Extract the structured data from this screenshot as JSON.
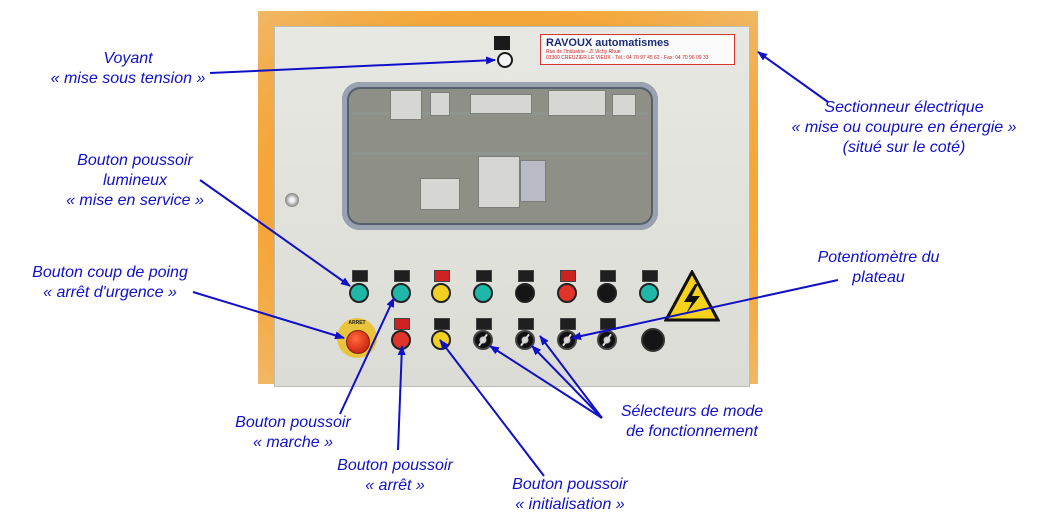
{
  "labels": {
    "voyant": {
      "line1": "Voyant",
      "line2": "« mise sous tension »"
    },
    "sectionneur": {
      "line1": "Sectionneur électrique",
      "line2": "« mise ou coupure en énergie »",
      "line3": "(situé sur le coté)"
    },
    "bp_lumineux": {
      "line1": "Bouton poussoir",
      "line2": "lumineux",
      "line3": "« mise en service »"
    },
    "coup_de_poing": {
      "line1": "Bouton coup de poing",
      "line2": "« arrêt d'urgence »"
    },
    "potentiometre": {
      "line1": "Potentiomètre du",
      "line2": "plateau"
    },
    "selecteurs": {
      "line1": "Sélecteurs de mode",
      "line2": "de fonctionnement"
    },
    "bp_marche": {
      "line1": "Bouton poussoir",
      "line2": "« marche »"
    },
    "bp_arret": {
      "line1": "Bouton poussoir",
      "line2": "« arrêt »"
    },
    "bp_init": {
      "line1": "Bouton poussoir",
      "line2": "« initialisation »"
    }
  },
  "logo": {
    "brand": "RAVOUX automatismes",
    "line1": "Rue de l'Industrie - ZI Vichy Rhue",
    "line2": "03300 CREUZIER LE VIEUX - Tél.: 04 70 97 45 62 - Fax: 04 70 96 09 33"
  },
  "estop_label": "ARRET",
  "colors": {
    "annotation": "#1010c8",
    "frame": "#f4a63a",
    "teal_button": "#1fb8a8",
    "red_button": "#e0342a",
    "yellow_button": "#f2d022"
  }
}
